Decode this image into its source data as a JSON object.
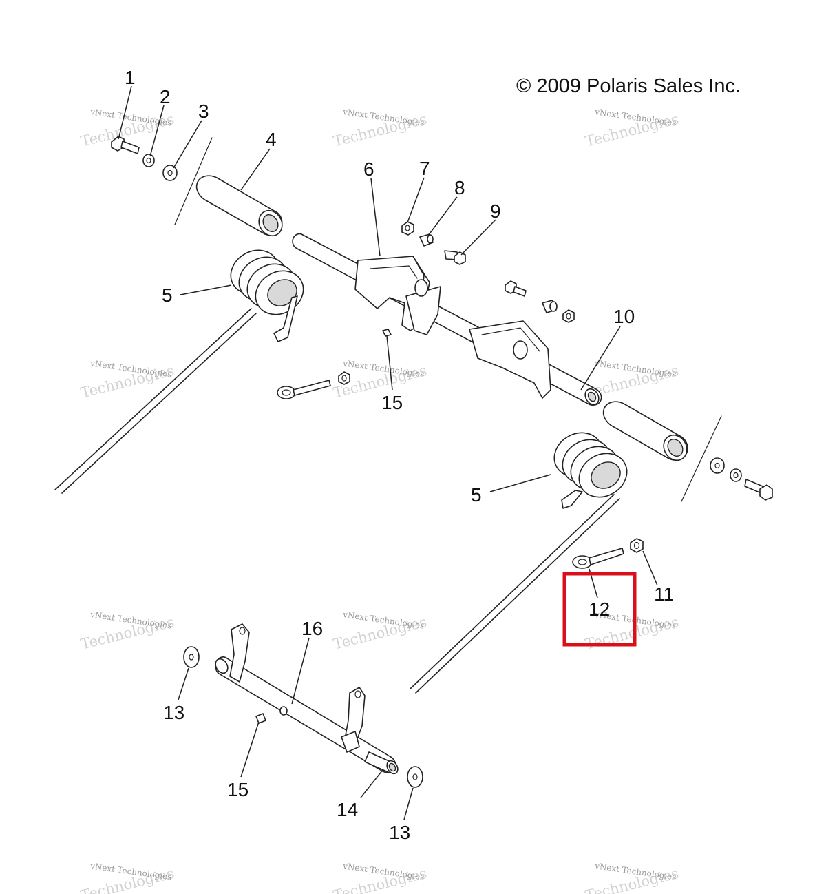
{
  "copyright": "© 2009 Polaris Sales Inc.",
  "highlight_color": "#d9101c",
  "watermark": {
    "line1": "vNext Technologies",
    "line2": "Technologies"
  },
  "callouts": [
    {
      "id": "c1",
      "label": "1"
    },
    {
      "id": "c2",
      "label": "2"
    },
    {
      "id": "c3",
      "label": "3"
    },
    {
      "id": "c4",
      "label": "4"
    },
    {
      "id": "c5a",
      "label": "5"
    },
    {
      "id": "c5b",
      "label": "5"
    },
    {
      "id": "c6",
      "label": "6"
    },
    {
      "id": "c7",
      "label": "7"
    },
    {
      "id": "c8",
      "label": "8"
    },
    {
      "id": "c9",
      "label": "9"
    },
    {
      "id": "c10",
      "label": "10"
    },
    {
      "id": "c11",
      "label": "11"
    },
    {
      "id": "c12",
      "label": "12"
    },
    {
      "id": "c13a",
      "label": "13"
    },
    {
      "id": "c13b",
      "label": "13"
    },
    {
      "id": "c14",
      "label": "14"
    },
    {
      "id": "c15a",
      "label": "15"
    },
    {
      "id": "c15b",
      "label": "15"
    },
    {
      "id": "c16",
      "label": "16"
    }
  ],
  "highlighted_callout": "12"
}
